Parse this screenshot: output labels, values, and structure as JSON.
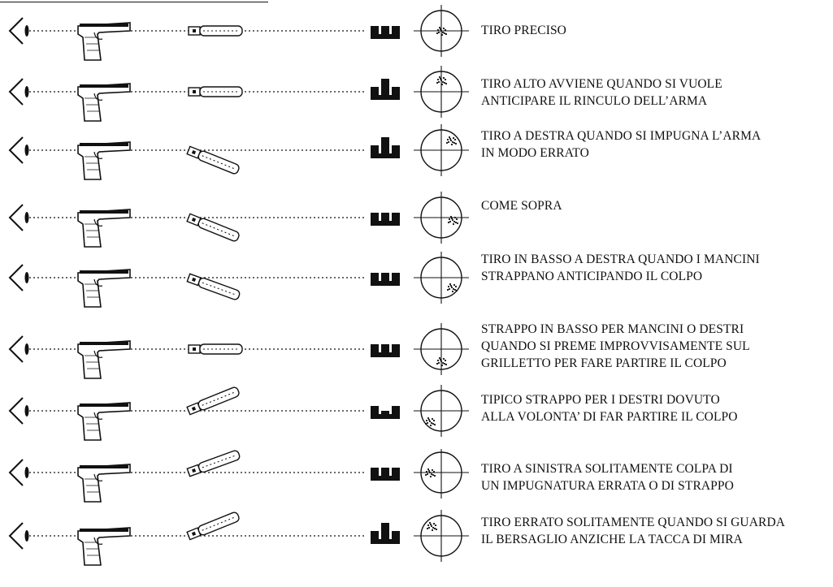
{
  "rows": [
    {
      "lines": [
        "TIRO PRECISO"
      ],
      "bore": 0,
      "notch": "level",
      "hits": "center"
    },
    {
      "lines": [
        "TIRO ALTO AVVIENE QUANDO SI VUOLE",
        "ANTICIPARE IL RINCULO DELL’ARMA"
      ],
      "bore": 0,
      "notch": "high",
      "hits": "up"
    },
    {
      "lines": [
        "TIRO A DESTRA QUANDO SI IMPUGNA L’ARMA",
        "IN MODO ERRATO"
      ],
      "bore": 22,
      "notch": "high",
      "hits": "upright"
    },
    {
      "lines": [
        "COME SOPRA"
      ],
      "bore": 22,
      "notch": "level",
      "hits": "right"
    },
    {
      "lines": [
        "TIRO IN BASSO A DESTRA QUANDO I MANCINI",
        "STRAPPANO ANTICIPANDO IL COLPO"
      ],
      "bore": 20,
      "notch": "level",
      "hits": "downright"
    },
    {
      "lines": [
        "STRAPPO IN BASSO PER MANCINI O DESTRI",
        "QUANDO SI PREME IMPROVVISAMENTE SUL",
        "GRILLETTO PER FARE PARTIRE IL COLPO"
      ],
      "bore": 0,
      "notch": "level",
      "hits": "down"
    },
    {
      "lines": [
        "TIPICO STRAPPO PER I DESTRI DOVUTO",
        "ALLA VOLONTA’ DI FAR PARTIRE IL COLPO"
      ],
      "bore": -22,
      "notch": "low",
      "hits": "downleft"
    },
    {
      "lines": [
        "TIRO A SINISTRA SOLITAMENTE COLPA DI",
        "UN IMPUGNATURA ERRATA O DI STRAPPO"
      ],
      "bore": -20,
      "notch": "level",
      "hits": "left"
    },
    {
      "lines": [
        "TIRO ERRATO SOLITAMENTE QUANDO SI GUARDA",
        "IL BERSAGLIO ANZICHE LA TACCA DI MIRA"
      ],
      "bore": -22,
      "notch": "high",
      "hits": "upleft"
    }
  ]
}
